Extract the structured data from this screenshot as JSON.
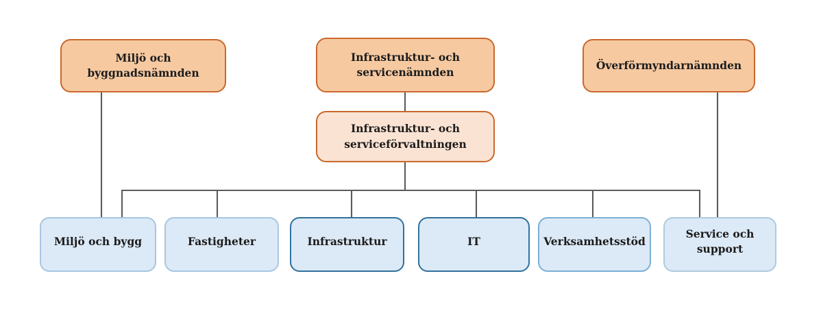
{
  "diagram": {
    "type": "org-chart",
    "nodes": {
      "miljo_byggnadsnamnden": {
        "label": "Miljö och byggnadsnämnden",
        "level": "top",
        "fill": "#f6c9a1",
        "border": "#c9682b"
      },
      "infrastruktur_servicenamnden": {
        "label": "Infrastruktur- och servicenämnden",
        "level": "top",
        "fill": "#f6c9a1",
        "border": "#c9682b"
      },
      "overformyndarnamnden": {
        "label": "Överförmyndarnämnden",
        "level": "top",
        "fill": "#f6c9a1",
        "border": "#c9682b"
      },
      "serviceforvaltningen": {
        "label": "Infrastruktur- och serviceförvaltningen",
        "level": "middle",
        "fill": "#fbe3d3",
        "border": "#c9682b"
      },
      "miljo_och_bygg": {
        "label": "Miljö och bygg",
        "level": "bottom",
        "fill": "#dce9f6",
        "border": "#a6c6e2"
      },
      "fastigheter": {
        "label": "Fastigheter",
        "level": "bottom",
        "fill": "#dce9f6",
        "border": "#a6c6e2"
      },
      "infrastruktur": {
        "label": "Infrastruktur",
        "level": "bottom",
        "fill": "#dce9f6",
        "border": "#30719c"
      },
      "it": {
        "label": "IT",
        "level": "bottom",
        "fill": "#dce9f6",
        "border": "#30719c"
      },
      "verksamhetsstod": {
        "label": "Verksamhetsstöd",
        "level": "bottom",
        "fill": "#dce9f6",
        "border": "#7aafd4"
      },
      "service_och_support": {
        "label": "Service och support",
        "level": "bottom",
        "fill": "#dce9f6",
        "border": "#aecbdd"
      }
    },
    "edges": [
      {
        "from": "miljo_byggnadsnamnden",
        "to": "miljo_och_bygg"
      },
      {
        "from": "infrastruktur_servicenamnden",
        "to": "serviceforvaltningen"
      },
      {
        "from": "overformyndarnamnden",
        "to": "service_och_support"
      },
      {
        "from": "serviceforvaltningen",
        "to": "miljo_och_bygg"
      },
      {
        "from": "serviceforvaltningen",
        "to": "fastigheter"
      },
      {
        "from": "serviceforvaltningen",
        "to": "infrastruktur"
      },
      {
        "from": "serviceforvaltningen",
        "to": "it"
      },
      {
        "from": "serviceforvaltningen",
        "to": "verksamhetsstod"
      },
      {
        "from": "serviceforvaltningen",
        "to": "service_och_support"
      }
    ],
    "colors": {
      "background": "#ffffff",
      "connector": "#5b5b5b",
      "text": "#1c1c1c",
      "orange_fill": "#f6c9a1",
      "peach_fill": "#fbe3d3",
      "orange_border": "#c9682b",
      "blue_fill": "#dce9f6",
      "blue_border_light": "#a6c6e2",
      "blue_border_medium": "#7aafd4",
      "blue_border_dark": "#30719c",
      "blue_border_soft": "#aecbdd"
    }
  }
}
